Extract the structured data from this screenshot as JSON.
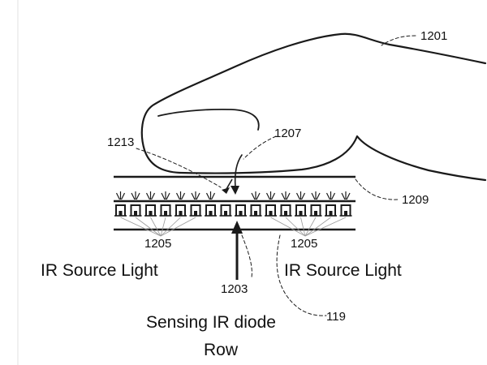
{
  "figure": {
    "ref_numbers": {
      "finger": "1201",
      "sensing_diode": "1203",
      "source_left": "1205",
      "source_right": "1205",
      "reflected_light": "1207",
      "cover_layer": "1209",
      "scattered_light": "1213",
      "panel": "119"
    },
    "captions": {
      "ir_source_left": "IR Source Light",
      "ir_source_right": "IR Source Light",
      "sensing_line1": "Sensing IR diode",
      "sensing_line2": "Row"
    },
    "diode_row": {
      "element_count": 16
    },
    "colors": {
      "ink": "#1a1a1a",
      "background": "#ffffff"
    }
  }
}
